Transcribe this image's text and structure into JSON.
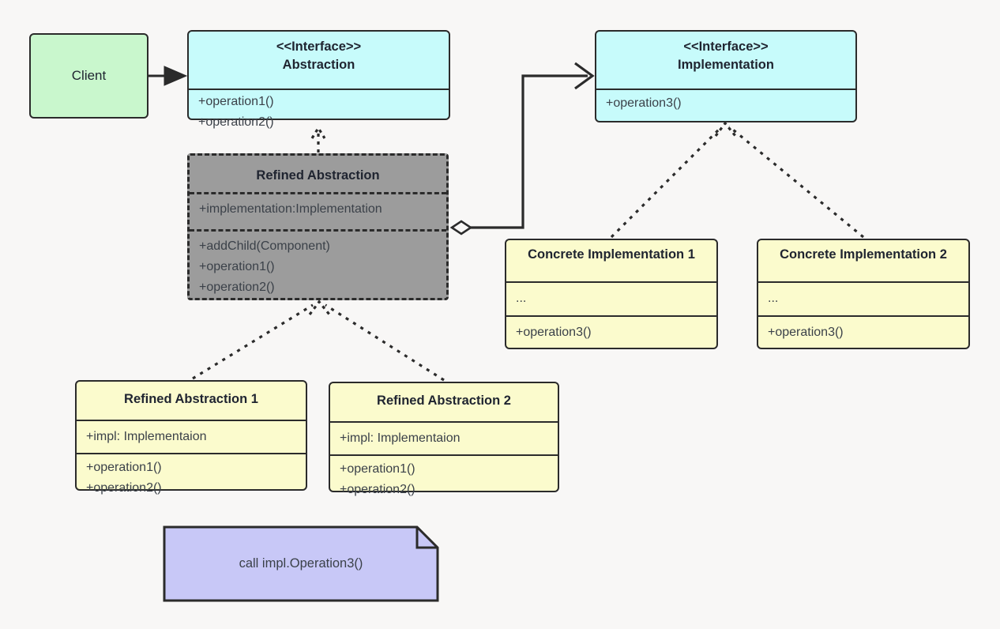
{
  "diagram": {
    "title": "Bridge Pattern UML Class Diagram",
    "background_color": "#f8f7f6",
    "stroke_color": "#2b2b2b"
  },
  "nodes": {
    "client": {
      "label": "Client",
      "fill": "#c9f7cd"
    },
    "abstraction": {
      "stereotype": "<<Interface>>",
      "name": "Abstraction",
      "operations": "+operation1()\n+operation2()",
      "op1": "+operation1()",
      "op2": "+operation2()",
      "fill": "#c7fbfb"
    },
    "implementation": {
      "stereotype": "<<Interface>>",
      "name": "Implementation",
      "op1": "+operation3()",
      "fill": "#c7fbfb"
    },
    "refined_abstraction": {
      "name": "Refined Abstraction",
      "attribute": "+implementation:Implementation",
      "op1": "+addChild(Component)",
      "op2": "+operation1()",
      "op3": "+operation2()",
      "fill": "#9c9c9c"
    },
    "concrete_implementation_1": {
      "name": "Concrete Implementation 1",
      "attribute": "...",
      "op1": "+operation3()",
      "fill": "#fbfbcd"
    },
    "concrete_implementation_2": {
      "name": "Concrete Implementation 2",
      "attribute": "...",
      "op1": "+operation3()",
      "fill": "#fbfbcd"
    },
    "refined_abstraction_1": {
      "name": "Refined Abstraction 1",
      "attribute": "+impl: Implementaion",
      "op1": "+operation1()",
      "op2": "+operation2()",
      "fill": "#fbfbcd"
    },
    "refined_abstraction_2": {
      "name": "Refined Abstraction 2",
      "attribute": "+impl: Implementaion",
      "op1": "+operation1()",
      "op2": "+operation2()",
      "fill": "#fbfbcd"
    },
    "note": {
      "text": "call impl.Operation3()",
      "fill": "#c8c8f7"
    }
  },
  "edges": [
    {
      "name": "client-to-abstraction",
      "from": "client",
      "to": "abstraction",
      "style": "solid",
      "arrow": "filled-triangle"
    },
    {
      "name": "refined-abstraction-realizes-abstraction",
      "from": "refined_abstraction",
      "to": "abstraction",
      "style": "dotted",
      "arrow": "open"
    },
    {
      "name": "refined-abstraction-aggregates-implementation",
      "from": "refined_abstraction",
      "to": "implementation",
      "style": "solid",
      "arrow": "open",
      "source_decoration": "hollow-diamond"
    },
    {
      "name": "concrete-implementation-1-realizes-implementation",
      "from": "concrete_implementation_1",
      "to": "implementation",
      "style": "dotted",
      "arrow": "open"
    },
    {
      "name": "concrete-implementation-2-realizes-implementation",
      "from": "concrete_implementation_2",
      "to": "implementation",
      "style": "dotted",
      "arrow": "open"
    },
    {
      "name": "refined-abstraction-1-realizes-refined-abstraction",
      "from": "refined_abstraction_1",
      "to": "refined_abstraction",
      "style": "dotted",
      "arrow": "open"
    },
    {
      "name": "refined-abstraction-2-realizes-refined-abstraction",
      "from": "refined_abstraction_2",
      "to": "refined_abstraction",
      "style": "dotted",
      "arrow": "open"
    }
  ]
}
